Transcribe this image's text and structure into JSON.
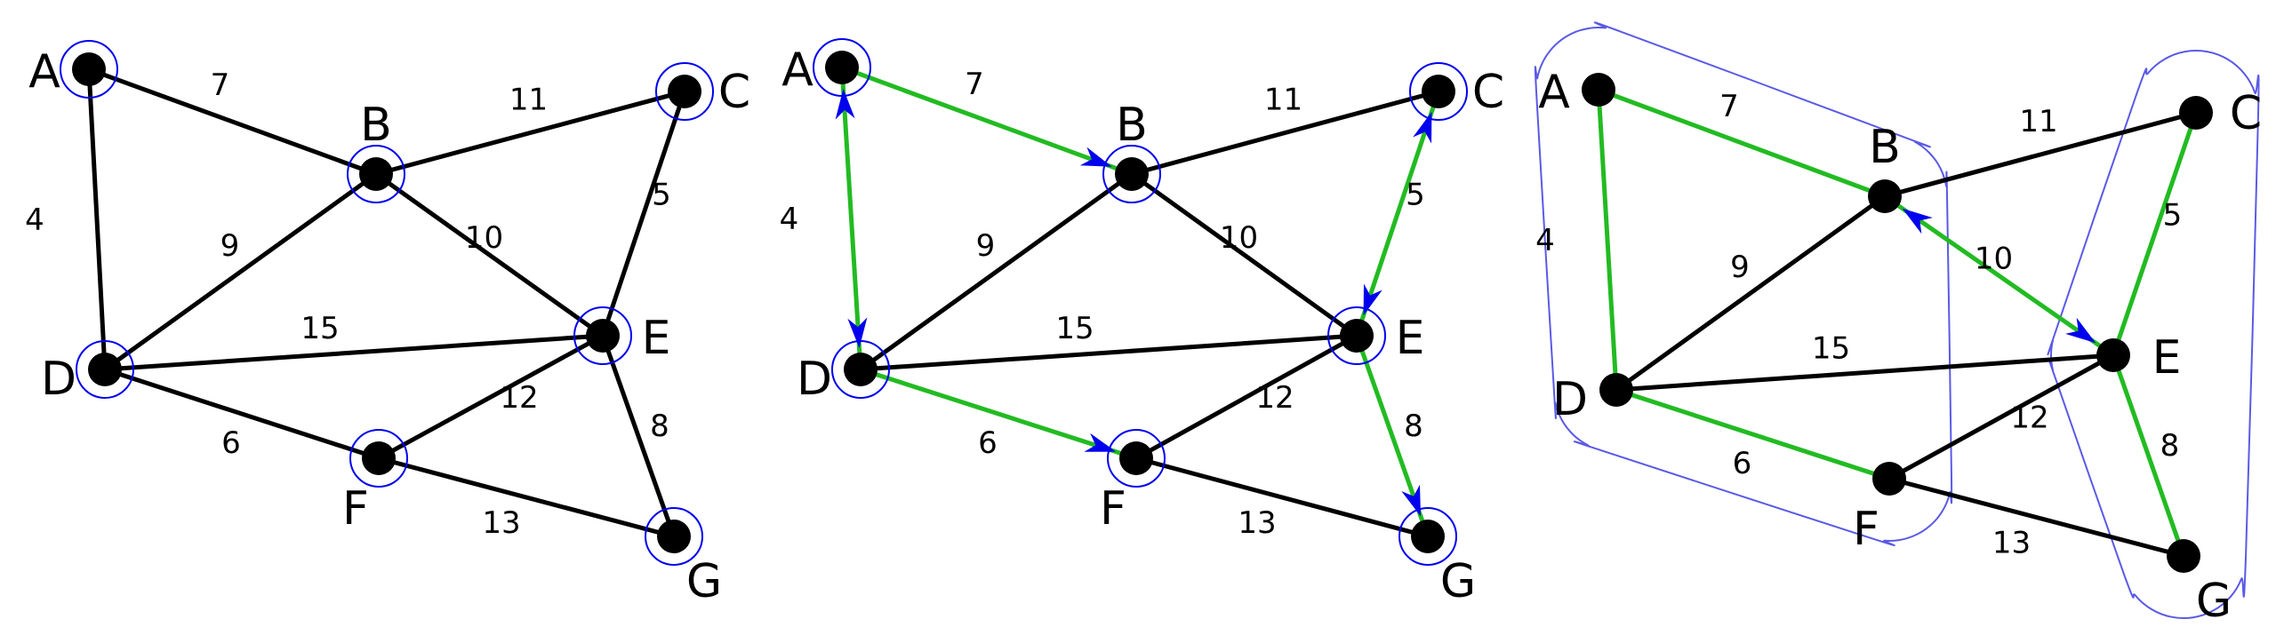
{
  "colors": {
    "edge": "#000000",
    "tree_edge": "#22bb22",
    "node": "#000000",
    "marker": "#0000ee",
    "cluster": "#5a5ae6"
  },
  "panels": [
    {
      "name": "panel-initial",
      "nodes": [
        {
          "id": "A",
          "label": "A",
          "circled": true
        },
        {
          "id": "B",
          "label": "B",
          "circled": true
        },
        {
          "id": "C",
          "label": "C",
          "circled": true
        },
        {
          "id": "D",
          "label": "D",
          "circled": true
        },
        {
          "id": "E",
          "label": "E",
          "circled": true
        },
        {
          "id": "F",
          "label": "F",
          "circled": true
        },
        {
          "id": "G",
          "label": "G",
          "circled": true
        }
      ],
      "edges": [
        {
          "from": "A",
          "to": "B",
          "weight": "7",
          "tree": false
        },
        {
          "from": "A",
          "to": "D",
          "weight": "4",
          "tree": false
        },
        {
          "from": "B",
          "to": "C",
          "weight": "11",
          "tree": false
        },
        {
          "from": "B",
          "to": "D",
          "weight": "9",
          "tree": false
        },
        {
          "from": "B",
          "to": "E",
          "weight": "10",
          "tree": false
        },
        {
          "from": "C",
          "to": "E",
          "weight": "5",
          "tree": false
        },
        {
          "from": "D",
          "to": "E",
          "weight": "15",
          "tree": false
        },
        {
          "from": "D",
          "to": "F",
          "weight": "6",
          "tree": false
        },
        {
          "from": "E",
          "to": "F",
          "weight": "12",
          "tree": false
        },
        {
          "from": "E",
          "to": "G",
          "weight": "8",
          "tree": false
        },
        {
          "from": "F",
          "to": "G",
          "weight": "13",
          "tree": false
        }
      ],
      "arrows": [],
      "clusters": []
    },
    {
      "name": "panel-cheapest-edges",
      "nodes": [
        {
          "id": "A",
          "label": "A",
          "circled": true
        },
        {
          "id": "B",
          "label": "B",
          "circled": true
        },
        {
          "id": "C",
          "label": "C",
          "circled": true
        },
        {
          "id": "D",
          "label": "D",
          "circled": true
        },
        {
          "id": "E",
          "label": "E",
          "circled": true
        },
        {
          "id": "F",
          "label": "F",
          "circled": true
        },
        {
          "id": "G",
          "label": "G",
          "circled": true
        }
      ],
      "edges": [
        {
          "from": "A",
          "to": "B",
          "weight": "7",
          "tree": true
        },
        {
          "from": "A",
          "to": "D",
          "weight": "4",
          "tree": true
        },
        {
          "from": "B",
          "to": "C",
          "weight": "11",
          "tree": false
        },
        {
          "from": "B",
          "to": "D",
          "weight": "9",
          "tree": false
        },
        {
          "from": "B",
          "to": "E",
          "weight": "10",
          "tree": false
        },
        {
          "from": "C",
          "to": "E",
          "weight": "5",
          "tree": true
        },
        {
          "from": "D",
          "to": "E",
          "weight": "15",
          "tree": false
        },
        {
          "from": "D",
          "to": "F",
          "weight": "6",
          "tree": true
        },
        {
          "from": "E",
          "to": "F",
          "weight": "12",
          "tree": false
        },
        {
          "from": "E",
          "to": "G",
          "weight": "8",
          "tree": true
        },
        {
          "from": "F",
          "to": "G",
          "weight": "13",
          "tree": false
        }
      ],
      "arrows": [
        {
          "from": "A",
          "to": "D"
        },
        {
          "from": "D",
          "to": "A"
        },
        {
          "from": "A",
          "to": "B"
        },
        {
          "from": "D",
          "to": "F"
        },
        {
          "from": "E",
          "to": "C"
        },
        {
          "from": "C",
          "to": "E"
        },
        {
          "from": "E",
          "to": "G"
        }
      ],
      "clusters": []
    },
    {
      "name": "panel-components",
      "nodes": [
        {
          "id": "A",
          "label": "A",
          "circled": false
        },
        {
          "id": "B",
          "label": "B",
          "circled": false
        },
        {
          "id": "C",
          "label": "C",
          "circled": false
        },
        {
          "id": "D",
          "label": "D",
          "circled": false
        },
        {
          "id": "E",
          "label": "E",
          "circled": false
        },
        {
          "id": "F",
          "label": "F",
          "circled": false
        },
        {
          "id": "G",
          "label": "G",
          "circled": false
        }
      ],
      "edges": [
        {
          "from": "A",
          "to": "B",
          "weight": "7",
          "tree": true
        },
        {
          "from": "A",
          "to": "D",
          "weight": "4",
          "tree": true
        },
        {
          "from": "B",
          "to": "C",
          "weight": "11",
          "tree": false
        },
        {
          "from": "B",
          "to": "D",
          "weight": "9",
          "tree": false
        },
        {
          "from": "B",
          "to": "E",
          "weight": "10",
          "tree": true
        },
        {
          "from": "C",
          "to": "E",
          "weight": "5",
          "tree": true
        },
        {
          "from": "D",
          "to": "E",
          "weight": "15",
          "tree": false
        },
        {
          "from": "D",
          "to": "F",
          "weight": "6",
          "tree": true
        },
        {
          "from": "E",
          "to": "F",
          "weight": "12",
          "tree": false
        },
        {
          "from": "E",
          "to": "G",
          "weight": "8",
          "tree": true
        },
        {
          "from": "F",
          "to": "G",
          "weight": "13",
          "tree": false
        }
      ],
      "arrows": [
        {
          "from": "E",
          "to": "B"
        },
        {
          "from": "B",
          "to": "E"
        }
      ],
      "clusters": [
        {
          "name": "cluster-abdf",
          "members": [
            "A",
            "B",
            "D",
            "F"
          ]
        },
        {
          "name": "cluster-ceg",
          "members": [
            "C",
            "E",
            "G"
          ]
        }
      ]
    }
  ]
}
